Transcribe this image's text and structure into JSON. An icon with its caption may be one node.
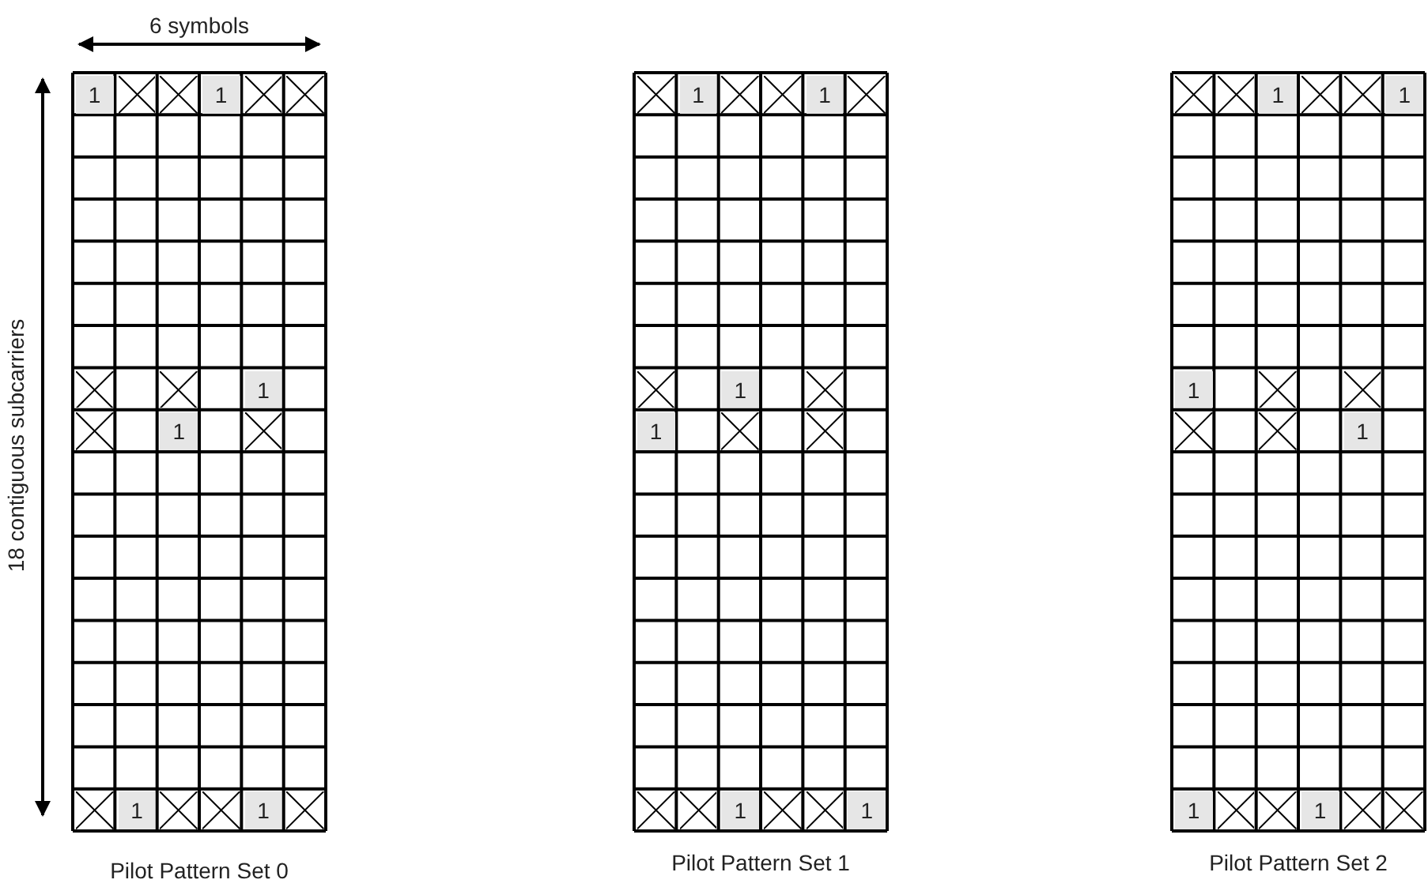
{
  "diagram": {
    "nodes": [
      {
        "text": [
          "Pilot Pattern Set 0"
        ]
      },
      {
        "text": [
          "1"
        ],
        "in": 0
      },
      {
        "text": [],
        "shape": "cross",
        "in": 0
      },
      {
        "text": [],
        "shape": "cross",
        "in": 0
      },
      {
        "text": [
          "1"
        ],
        "in": 0
      },
      {
        "text": [],
        "shape": "cross",
        "in": 0
      },
      {
        "text": [],
        "shape": "cross",
        "in": 0
      },
      {
        "text": [],
        "shape": "cross",
        "in": 0
      },
      {
        "text": [],
        "shape": "cross",
        "in": 0
      },
      {
        "text": [
          "1"
        ],
        "in": 0
      },
      {
        "text": [],
        "shape": "cross",
        "in": 0
      },
      {
        "text": [
          "1"
        ],
        "in": 0
      },
      {
        "text": [],
        "shape": "cross",
        "in": 0
      },
      {
        "text": [],
        "shape": "cross",
        "in": 0
      },
      {
        "text": [
          "1"
        ],
        "in": 0
      },
      {
        "text": [],
        "shape": "cross",
        "in": 0
      },
      {
        "text": [],
        "shape": "cross",
        "in": 0
      },
      {
        "text": [
          "1"
        ],
        "in": 0
      },
      {
        "text": [],
        "shape": "cross",
        "in": 0
      },
      {
        "text": [
          "Pilot Pattern Set 1"
        ]
      },
      {
        "text": [],
        "shape": "cross",
        "in": 19
      },
      {
        "text": [
          "1"
        ],
        "in": 19
      },
      {
        "text": [],
        "shape": "cross",
        "in": 19
      },
      {
        "text": [],
        "shape": "cross",
        "in": 19
      },
      {
        "text": [
          "1"
        ],
        "in": 19
      },
      {
        "text": [],
        "shape": "cross",
        "in": 19
      },
      {
        "text": [],
        "shape": "cross",
        "in": 19
      },
      {
        "text": [
          "1"
        ],
        "in": 19
      },
      {
        "text": [],
        "shape": "cross",
        "in": 19
      },
      {
        "text": [
          "1"
        ],
        "in": 19
      },
      {
        "text": [],
        "shape": "cross",
        "in": 19
      },
      {
        "text": [],
        "shape": "cross",
        "in": 19
      },
      {
        "text": [],
        "shape": "cross",
        "in": 19
      },
      {
        "text": [],
        "shape": "cross",
        "in": 19
      },
      {
        "text": [
          "1"
        ],
        "in": 19
      },
      {
        "text": [],
        "shape": "cross",
        "in": 19
      },
      {
        "text": [],
        "shape": "cross",
        "in": 19
      },
      {
        "text": [
          "1"
        ],
        "in": 19
      },
      {
        "text": [
          "Pilot Pattern Set 2"
        ]
      },
      {
        "text": [],
        "shape": "cross",
        "in": 38
      },
      {
        "text": [],
        "shape": "cross",
        "in": 38
      },
      {
        "text": [
          "1"
        ],
        "in": 38
      },
      {
        "text": [],
        "shape": "cross",
        "in": 38
      },
      {
        "text": [],
        "shape": "cross",
        "in": 38
      },
      {
        "text": [
          "1"
        ],
        "in": 38
      },
      {
        "text": [
          "1"
        ],
        "in": 38
      },
      {
        "text": [],
        "shape": "cross",
        "in": 38
      },
      {
        "text": [],
        "shape": "cross",
        "in": 38
      },
      {
        "text": [],
        "shape": "cross",
        "in": 38
      },
      {
        "text": [],
        "shape": "cross",
        "in": 38
      },
      {
        "text": [
          "1"
        ],
        "in": 38
      },
      {
        "text": [
          "1"
        ],
        "in": 38
      },
      {
        "text": [],
        "shape": "cross",
        "in": 38
      },
      {
        "text": [],
        "shape": "cross",
        "in": 38
      },
      {
        "text": [
          "1"
        ],
        "in": 38
      },
      {
        "text": [],
        "shape": "cross",
        "in": 38
      },
      {
        "text": [],
        "shape": "cross",
        "in": 38
      }
    ],
    "edges": [],
    "labels": [
      "6 symbols",
      "18 contiguous subcarriers"
    ]
  }
}
